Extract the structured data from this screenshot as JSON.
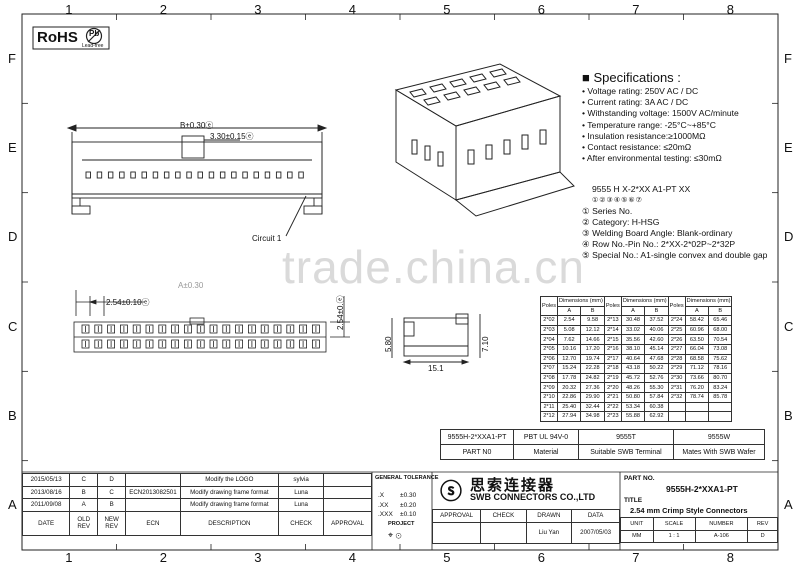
{
  "zones": {
    "columns": [
      "1",
      "2",
      "3",
      "4",
      "5",
      "6",
      "7",
      "8"
    ],
    "rows": [
      "F",
      "E",
      "D",
      "C",
      "B",
      "A"
    ]
  },
  "rohs": {
    "text": "RoHS",
    "badge": "Pb",
    "sub": "Lead-free"
  },
  "watermark": "trade.china.cn",
  "drawing": {
    "dim_b": "B±0.30ⓔ",
    "dim_330": "3.30±0.15ⓔ",
    "circuit": "Circuit 1",
    "dim_254": "2.54±0.10ⓔ",
    "dim_254v": "2.54±0.ⓔ",
    "dim_580": "5.80",
    "dim_710": "7.10",
    "dim_151": "15.1",
    "blurred": "A±0.30"
  },
  "specs": {
    "title": "Specifications :",
    "items": [
      "Voltage rating: 250V AC / DC",
      "Current rating: 3A  AC / DC",
      "Withstanding voltage: 1500V AC/minute",
      "Temperature range: -25°C~+85°C",
      "Insulation resistance:≥1000MΩ",
      "Contact resistance: ≤20mΩ",
      "After environmental testing: ≤30mΩ"
    ]
  },
  "part_code": {
    "code": "9555 H X-2*XX A1-PT XX",
    "markers": "①②③④⑤⑥⑦",
    "items": [
      "① Series No.",
      "② Category: H-HSG",
      "③ Welding Board Angle: Blank-ordinary",
      "④ Row No.-Pin No.: 2*XX-2*02P~2*32P",
      "⑤ Special No.: A1-single convex and double gap"
    ]
  },
  "poles_table": {
    "header_poles": "Poles",
    "header_dims": "Dimensions (mm)",
    "header_a": "A",
    "header_b": "B",
    "rows": [
      [
        [
          "2*02",
          "2.54",
          "9.58"
        ],
        [
          "2*13",
          "30.48",
          "37.52"
        ],
        [
          "2*24",
          "58.42",
          "65.46"
        ]
      ],
      [
        [
          "2*03",
          "5.08",
          "12.12"
        ],
        [
          "2*14",
          "33.02",
          "40.06"
        ],
        [
          "2*25",
          "60.96",
          "68.00"
        ]
      ],
      [
        [
          "2*04",
          "7.62",
          "14.66"
        ],
        [
          "2*15",
          "35.56",
          "42.60"
        ],
        [
          "2*26",
          "63.50",
          "70.54"
        ]
      ],
      [
        [
          "2*05",
          "10.16",
          "17.20"
        ],
        [
          "2*16",
          "38.10",
          "45.14"
        ],
        [
          "2*27",
          "66.04",
          "73.08"
        ]
      ],
      [
        [
          "2*06",
          "12.70",
          "19.74"
        ],
        [
          "2*17",
          "40.64",
          "47.68"
        ],
        [
          "2*28",
          "68.58",
          "75.62"
        ]
      ],
      [
        [
          "2*07",
          "15.24",
          "22.28"
        ],
        [
          "2*18",
          "43.18",
          "50.22"
        ],
        [
          "2*29",
          "71.12",
          "78.16"
        ]
      ],
      [
        [
          "2*08",
          "17.78",
          "24.82"
        ],
        [
          "2*19",
          "45.72",
          "52.76"
        ],
        [
          "2*30",
          "73.66",
          "80.70"
        ]
      ],
      [
        [
          "2*09",
          "20.32",
          "27.36"
        ],
        [
          "2*20",
          "48.26",
          "55.30"
        ],
        [
          "2*31",
          "76.20",
          "83.24"
        ]
      ],
      [
        [
          "2*10",
          "22.86",
          "29.90"
        ],
        [
          "2*21",
          "50.80",
          "57.84"
        ],
        [
          "2*32",
          "78.74",
          "85.78"
        ]
      ],
      [
        [
          "2*11",
          "25.40",
          "32.44"
        ],
        [
          "2*22",
          "53.34",
          "60.38"
        ],
        [
          "",
          "",
          " "
        ]
      ],
      [
        [
          "2*12",
          "27.94",
          "34.98"
        ],
        [
          "2*23",
          "55.88",
          "62.92"
        ],
        [
          "",
          "",
          ""
        ]
      ]
    ]
  },
  "material_table": {
    "row1": [
      "9555H-2*XXA1-PT",
      "PBT  UL 94V-0",
      "9555T",
      "9555W"
    ],
    "row2": [
      "PART N0",
      "Material",
      "Suitable SWB  Terminal",
      "Mates With SWB Wafer"
    ]
  },
  "revisions": {
    "rows": [
      [
        "2015/05/13",
        "C",
        "D",
        "",
        "Modify the LOGO",
        "sylvia",
        ""
      ],
      [
        "2013/08/16",
        "B",
        "C",
        "ECN2013082501",
        "Modify drawing frame format",
        "Luna",
        ""
      ],
      [
        "2011/09/08",
        "A",
        "B",
        "",
        "Modify drawing frame format",
        "Luna",
        ""
      ]
    ],
    "header": [
      "DATE",
      "OLD REV",
      "NEW REV",
      "ECN",
      "DESCRIPTION",
      "CHECK",
      "APPROVAL"
    ]
  },
  "tolerance": {
    "title": "GENERAL TOLERANCE",
    "rows": [
      [
        ".X",
        "±0.30"
      ],
      [
        ".XX",
        "±0.20"
      ],
      [
        ".XXX",
        "±0.10"
      ]
    ],
    "projection": "PROJECT"
  },
  "company": {
    "cn": "思索连接器",
    "en": "SWB CONNECTORS CO.,LTD"
  },
  "approvals": {
    "labels": [
      "APPROVAL",
      "CHECK",
      "DRAWN",
      "DATA"
    ],
    "drawn": "Liu Yan",
    "date": "2007/05/03"
  },
  "part_info": {
    "part_no_label": "PART NO.",
    "part_no": "9555H-2*XXA1-PT",
    "title_label": "TITLE",
    "title": "2.54 mm Crimp Style Connectors",
    "unit_label": "UNIT",
    "unit": "MM",
    "scale_label": "SCALE",
    "scale": "1 : 1",
    "number_label": "NUMBER",
    "number": "A-106",
    "rev_label": "REV",
    "rev": "D"
  }
}
